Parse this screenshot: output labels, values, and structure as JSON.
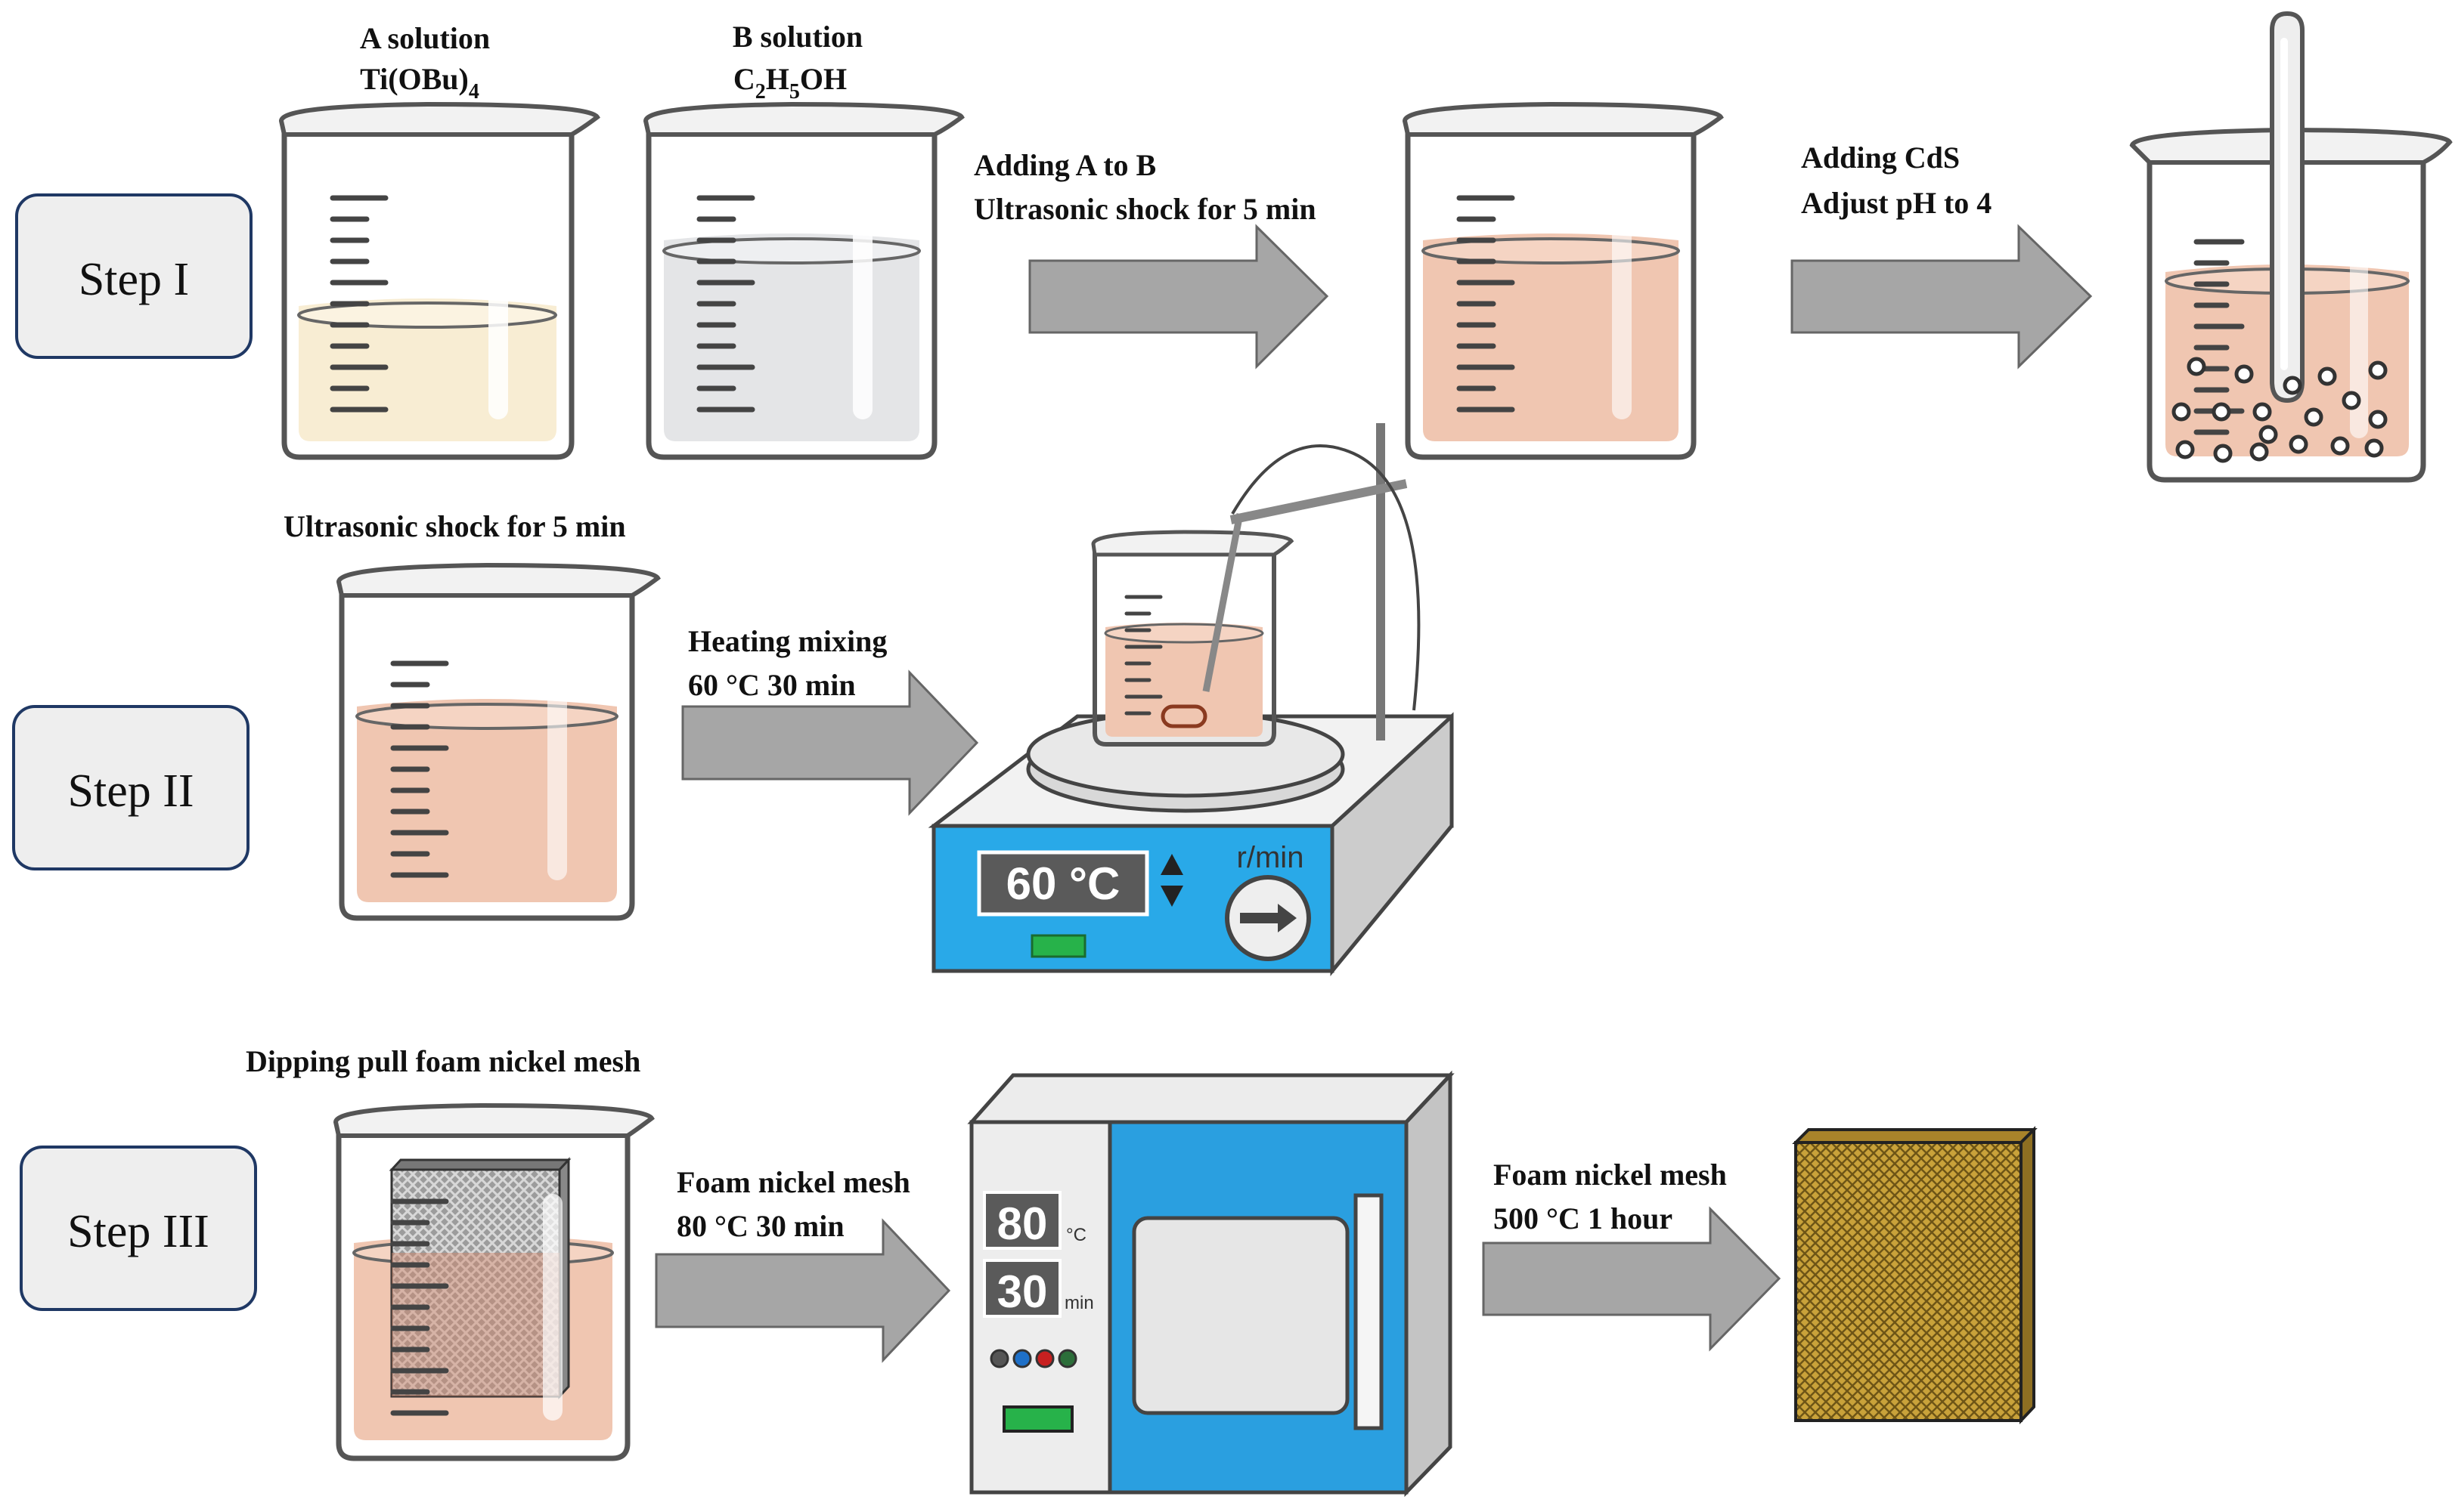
{
  "steps": {
    "step1": "Step I",
    "step2": "Step II",
    "step3": "Step III"
  },
  "labels": {
    "a_solution": "A solution",
    "a_formula_main": "Ti(OBu)",
    "a_formula_sub": "4",
    "b_solution": "B solution",
    "b_formula_c": "C",
    "b_formula_sub1": "2",
    "b_formula_h": "H",
    "b_formula_sub2": "5",
    "b_formula_oh": "OH",
    "adding_a_to_b": "Adding A to B",
    "ultrasonic_1": "Ultrasonic shock for 5 min",
    "adding_cds": "Adding CdS",
    "adjust_ph": "Adjust pH to 4",
    "ultrasonic_2": "Ultrasonic shock for 5 min",
    "heating_mixing": "Heating mixing",
    "heating_cond": "60 °C 30 min",
    "dipping": "Dipping pull foam nickel mesh",
    "foam_1": "Foam nickel mesh",
    "foam_1_cond": "80 °C 30 min",
    "foam_2": "Foam nickel mesh",
    "foam_2_cond": "500 °C 1 hour"
  },
  "stirrer": {
    "temp_display": "60 °C",
    "speed_label": "r/min"
  },
  "oven": {
    "temp_value": "80",
    "temp_unit": "°C",
    "time_value": "30",
    "time_unit": "min"
  },
  "colors": {
    "solution_a": "#f8edd3",
    "solution_b": "#e4e5e7",
    "mixed": "#f0c6b1",
    "arrow": "#a6a6a6",
    "stirrer_blue": "#29a9e8",
    "oven_blue": "#2a9fe0",
    "nickel_foam": "#c9a23a"
  }
}
